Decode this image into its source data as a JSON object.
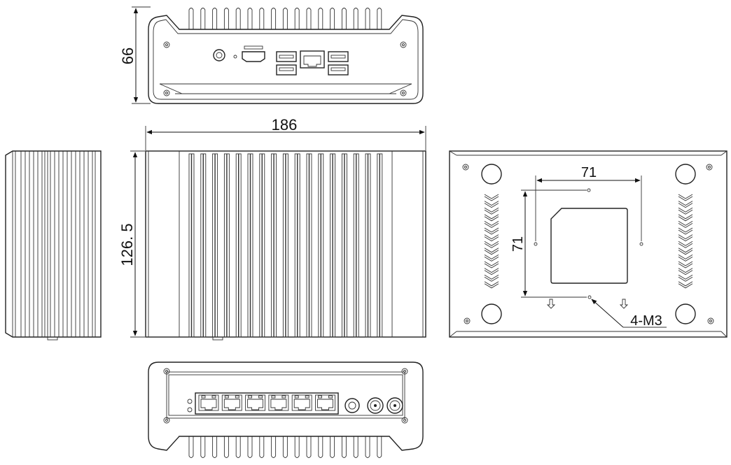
{
  "drawing": {
    "dimensions": {
      "height_front": "66",
      "width_top": "186",
      "depth_side": "126. 5",
      "mount_horizontal": "71",
      "mount_vertical": "71",
      "screw_note": "4-M3"
    }
  }
}
